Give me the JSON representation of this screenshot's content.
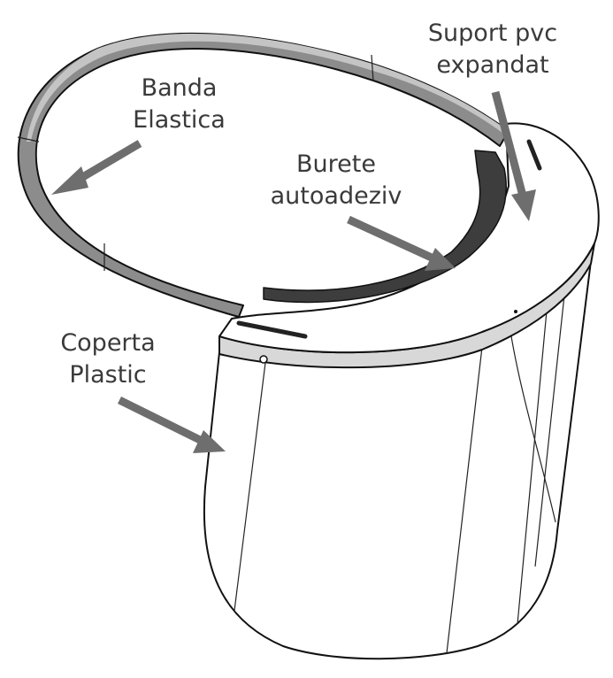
{
  "labels": {
    "banda": [
      "Banda",
      "Elastica"
    ],
    "suport": [
      "Suport pvc",
      "expandat"
    ],
    "burete": [
      "Burete",
      "autoadeziv"
    ],
    "coperta": [
      "Coperta",
      "Plastic"
    ]
  },
  "colors": {
    "arrow": "#6e6e6e",
    "band_fill": "#8a8a8a",
    "foam_fill": "#3d3d3d",
    "line": "#111111"
  }
}
